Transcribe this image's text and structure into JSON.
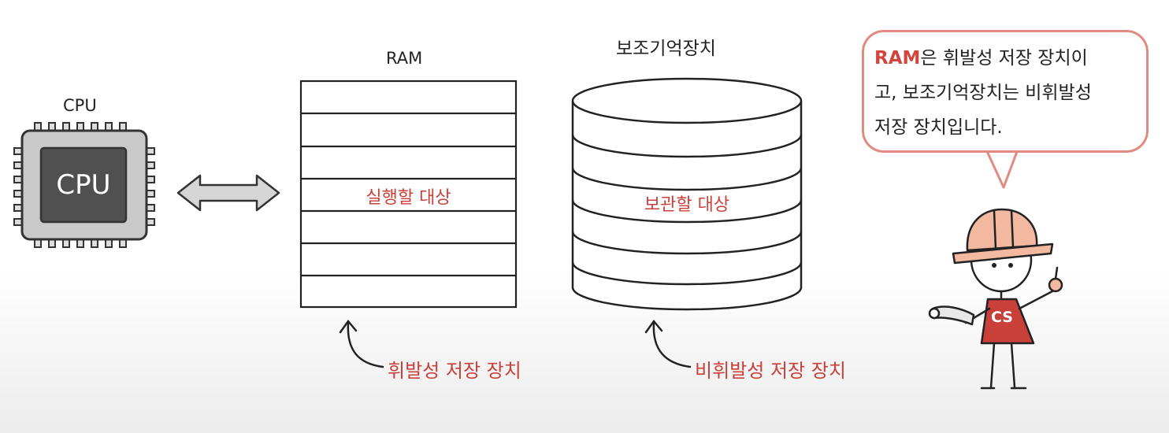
{
  "cpu": {
    "top_label": "CPU",
    "chip_label": "CPU"
  },
  "ram": {
    "label": "RAM",
    "inner_text": "실행할 대상",
    "annotation": "휘발성 저장 장치"
  },
  "storage": {
    "label": "보조기억장치",
    "inner_text": "보관할 대상",
    "annotation": "비휘발성 저장 장치"
  },
  "speech": {
    "highlight": "RAM",
    "line1_rest": "은 휘발성 저장 장치이",
    "line2": "고, 보조기억장치는 비휘발성",
    "line3": "저장 장치입니다."
  },
  "character": {
    "shirt_text": "CS"
  },
  "colors": {
    "accent_red": "#c9403a",
    "chip_dark": "#505050",
    "chip_body": "#c9c9c9"
  }
}
